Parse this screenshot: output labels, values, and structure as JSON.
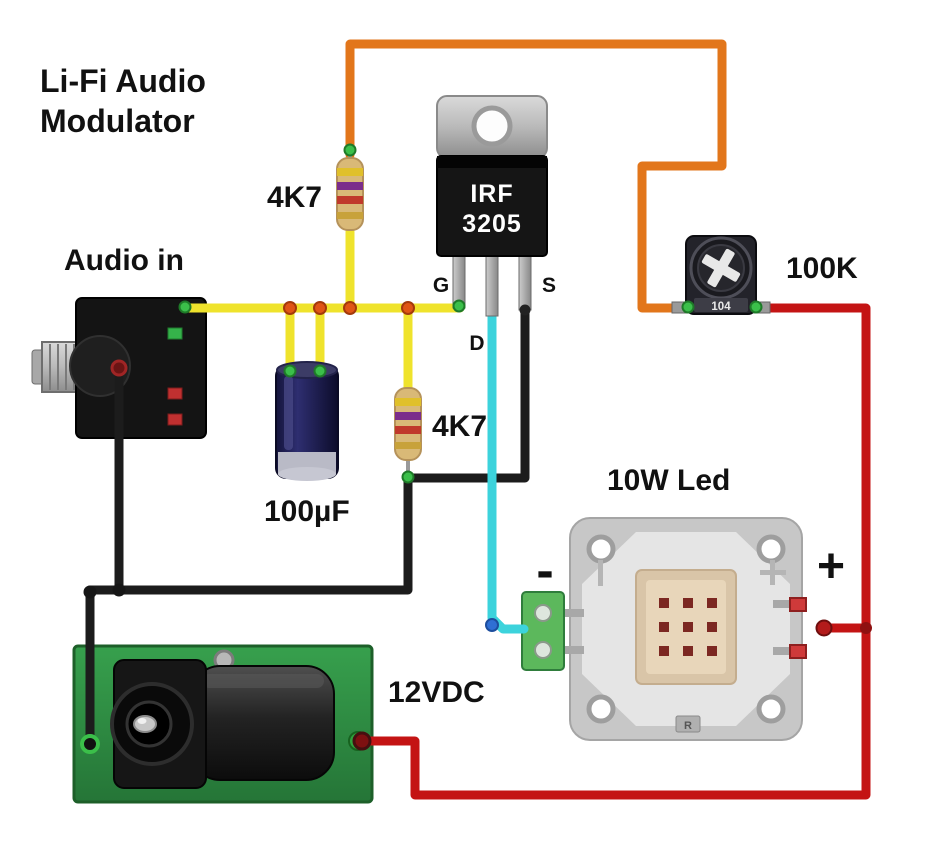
{
  "title": {
    "line1": "Li-Fi Audio",
    "line2": "Modulator"
  },
  "components": {
    "audio_jack": {
      "label": "Audio in"
    },
    "resistor_top": {
      "label": "4K7"
    },
    "resistor_bottom": {
      "label": "4K7"
    },
    "mosfet": {
      "name_line1": "IRF",
      "name_line2": "3205",
      "pin_gate": "G",
      "pin_drain": "D",
      "pin_source": "S"
    },
    "capacitor": {
      "label": "100µF"
    },
    "potentiometer": {
      "label": "100K",
      "code": "104"
    },
    "led": {
      "label": "10W Led",
      "minus": "-",
      "plus": "+",
      "logo": "R"
    },
    "power_jack": {
      "label": "12VDC"
    }
  },
  "colors": {
    "wire_orange": "#e2761b",
    "wire_yellow": "#efe32c",
    "wire_cyan": "#3cd3dc",
    "wire_black": "#1c1c1c",
    "wire_red": "#c41414",
    "dot_green": "#3bbf4a",
    "dot_orange": "#e05515",
    "pcb_green": "#2f9444",
    "terminal_green": "#5cb85c",
    "background": "#ffffff"
  }
}
